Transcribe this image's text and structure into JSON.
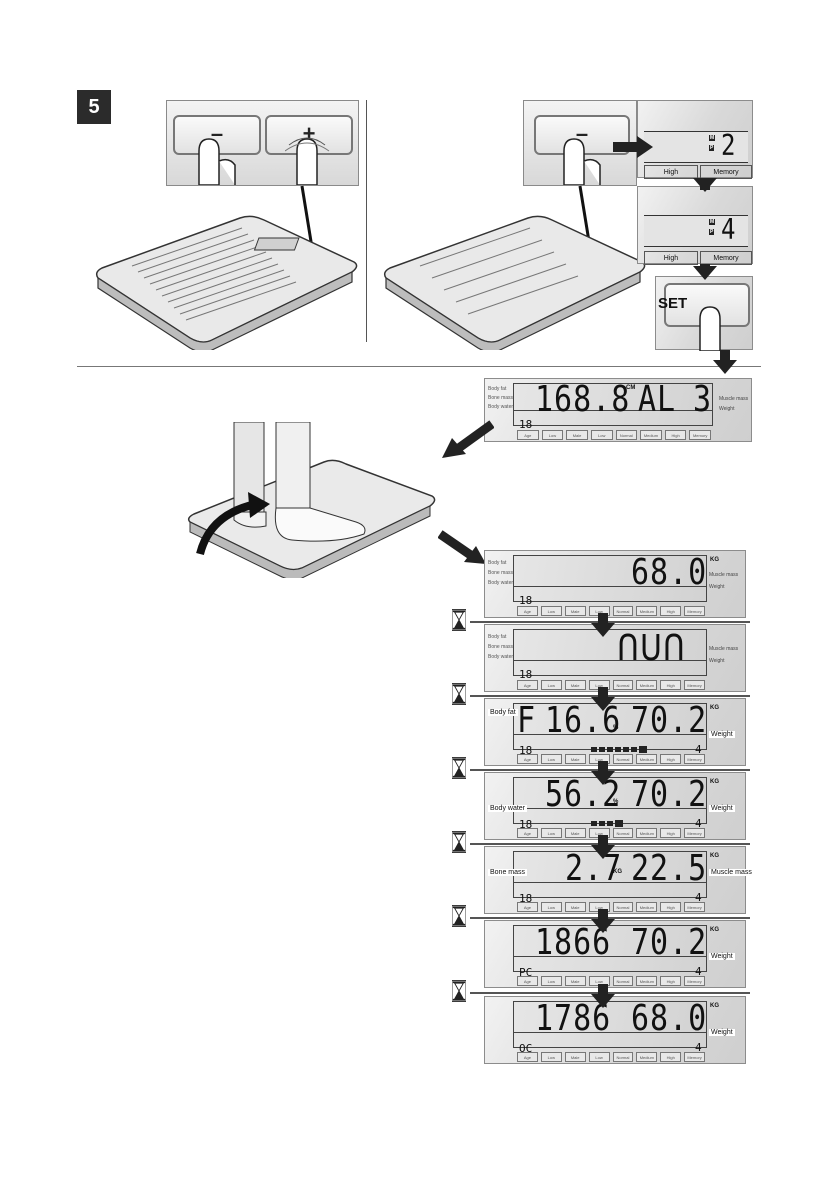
{
  "step": "5",
  "buttons": {
    "minus": "–",
    "plus": "+",
    "set": "SET"
  },
  "memory_panel": {
    "high_label": "High",
    "memory_label": "Memory",
    "m_badge": "M",
    "p_badge": "P",
    "first_value": "2",
    "second_value": "4"
  },
  "tab_labels": [
    "Age",
    "Low",
    "Male",
    "Low",
    "Normal",
    "Medium",
    "High",
    "Memory"
  ],
  "displays": {
    "profile": {
      "main": "168.8",
      "unit": "CM",
      "mode": "AL",
      "memory": "3",
      "age": "18",
      "left_labels": [
        "Body fat",
        "Bone mass",
        "Body water"
      ],
      "right_labels": [
        "Muscle mass",
        "Weight"
      ]
    },
    "weight": {
      "main": "68.0",
      "unit": "KG",
      "age": "18",
      "left_labels": [
        "Body fat",
        "Bone mass",
        "Body water"
      ],
      "right_labels": [
        "Muscle mass",
        "Weight"
      ]
    },
    "measuring": {
      "main": "ᑎᑌᑎ",
      "age": "18",
      "left_labels": [
        "Body fat",
        "Bone mass",
        "Body water"
      ],
      "right_labels": [
        "Muscle mass",
        "Weight"
      ]
    },
    "bodyfat": {
      "prefix": "F",
      "value": "16.6",
      "pct": "%",
      "weight": "70.2",
      "unit": "KG",
      "age": "18",
      "memory": "4",
      "left_highlight": "Body fat",
      "right_highlight": "Weight",
      "bar_count": 7
    },
    "bodywater": {
      "value": "56.2",
      "pct": "%",
      "weight": "70.2",
      "unit": "KG",
      "age": "18",
      "memory": "4",
      "left_highlight": "Body water",
      "right_highlight": "Weight",
      "bar_count": 4
    },
    "bonemass": {
      "value": "2.7",
      "unit_left": "KG",
      "muscle": "22.5",
      "unit": "KG",
      "age": "18",
      "memory": "4",
      "left_highlight": "Bone mass",
      "right_highlight": "Muscle mass"
    },
    "kcal_pc": {
      "value": "1866",
      "weight": "70.2",
      "unit": "KG",
      "code": "PC",
      "memory": "4",
      "right_highlight": "Weight"
    },
    "kcal_oc": {
      "value": "1786",
      "weight": "68.0",
      "unit": "KG",
      "code": "OC",
      "memory": "4",
      "right_highlight": "Weight"
    }
  }
}
